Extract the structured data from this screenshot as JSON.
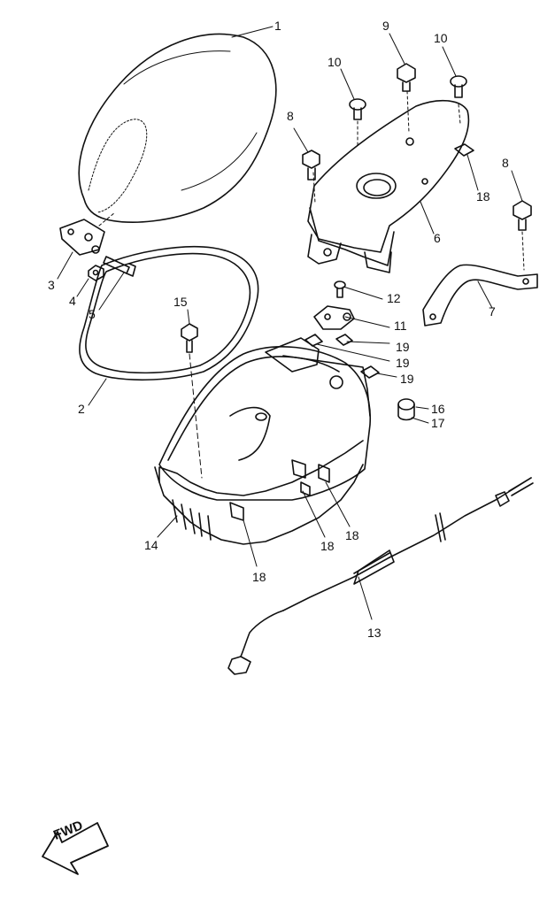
{
  "diagram": {
    "callouts": [
      {
        "id": "c1",
        "text": "1"
      },
      {
        "id": "c2",
        "text": "2"
      },
      {
        "id": "c3",
        "text": "3"
      },
      {
        "id": "c4",
        "text": "4"
      },
      {
        "id": "c5",
        "text": "5"
      },
      {
        "id": "c6",
        "text": "6"
      },
      {
        "id": "c7",
        "text": "7"
      },
      {
        "id": "c8a",
        "text": "8"
      },
      {
        "id": "c8b",
        "text": "8"
      },
      {
        "id": "c9",
        "text": "9"
      },
      {
        "id": "c10a",
        "text": "10"
      },
      {
        "id": "c10b",
        "text": "10"
      },
      {
        "id": "c11",
        "text": "11"
      },
      {
        "id": "c12",
        "text": "12"
      },
      {
        "id": "c13",
        "text": "13"
      },
      {
        "id": "c14",
        "text": "14"
      },
      {
        "id": "c15",
        "text": "15"
      },
      {
        "id": "c16",
        "text": "16"
      },
      {
        "id": "c17",
        "text": "17"
      },
      {
        "id": "c18a",
        "text": "18"
      },
      {
        "id": "c18b",
        "text": "18"
      },
      {
        "id": "c18c",
        "text": "18"
      },
      {
        "id": "c18d",
        "text": "18"
      },
      {
        "id": "c19a",
        "text": "19"
      },
      {
        "id": "c19b",
        "text": "19"
      },
      {
        "id": "c19c",
        "text": "19"
      }
    ],
    "direction_marker": "FWD"
  }
}
